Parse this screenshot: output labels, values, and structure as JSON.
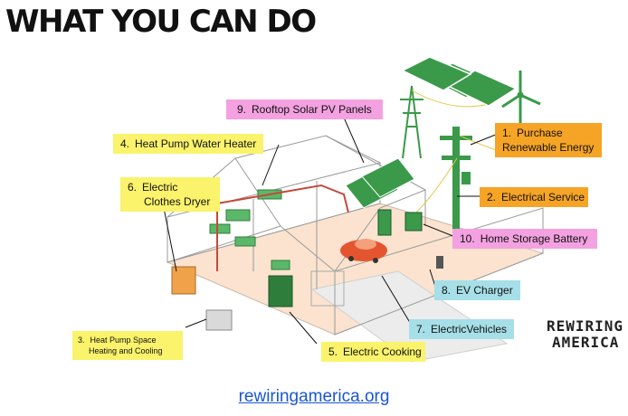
{
  "title": "WHAT YOU CAN DO",
  "labels": {
    "l1": {
      "num": "1.",
      "text": "Purchase",
      "text2": "Renewable Energy"
    },
    "l2": {
      "num": "2.",
      "text": "Electrical Service"
    },
    "l3": {
      "num": "3.",
      "text": "Heat Pump Space",
      "text2": "Heating and Cooling"
    },
    "l4": {
      "num": "4.",
      "text": "Heat Pump Water Heater"
    },
    "l5": {
      "num": "5.",
      "text": "Electric Cooking"
    },
    "l6": {
      "num": "6.",
      "text": "Electric",
      "text2": "Clothes Dryer"
    },
    "l7": {
      "num": "7.",
      "text": "ElectricVehicles"
    },
    "l8": {
      "num": "8.",
      "text": "EV Charger"
    },
    "l9": {
      "num": "9.",
      "text": "Rooftop Solar PV Panels"
    },
    "l10": {
      "num": "10.",
      "text": "Home Storage Battery"
    }
  },
  "logo": {
    "line1": "REWIRING",
    "line2": "AMERICA"
  },
  "url": "rewiringamerica.org",
  "colors": {
    "yellow": "#faf36b",
    "orange": "#f6a425",
    "pink": "#f3a1e0",
    "cyan": "#a6dfe8",
    "green": "#3a9a4a",
    "floor": "#fbe3cf",
    "link": "#1a55d6"
  }
}
